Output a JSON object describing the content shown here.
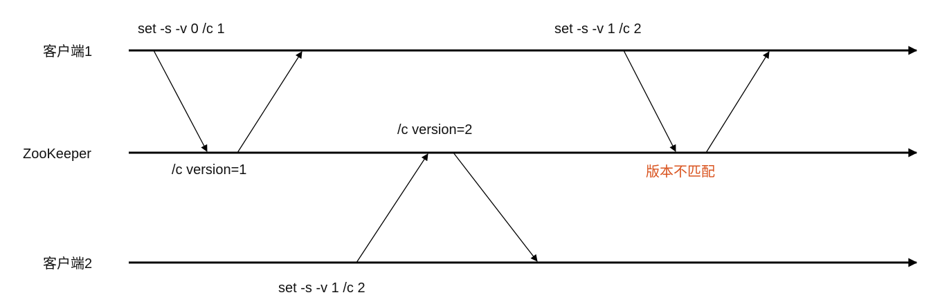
{
  "lanes": {
    "client1": "客户端1",
    "zookeeper": "ZooKeeper",
    "client2": "客户端2"
  },
  "annotations": {
    "c1_first_cmd": "set -s -v 0  /c 1",
    "c1_second_cmd": "set -s -v 1  /c 2",
    "zk_version1": "/c version=1",
    "zk_version2": "/c version=2",
    "zk_mismatch": "版本不匹配",
    "c2_cmd": "set -s -v 1  /c 2"
  },
  "colors": {
    "line": "#000000",
    "text": "#111111",
    "warning": "#d9531e"
  }
}
